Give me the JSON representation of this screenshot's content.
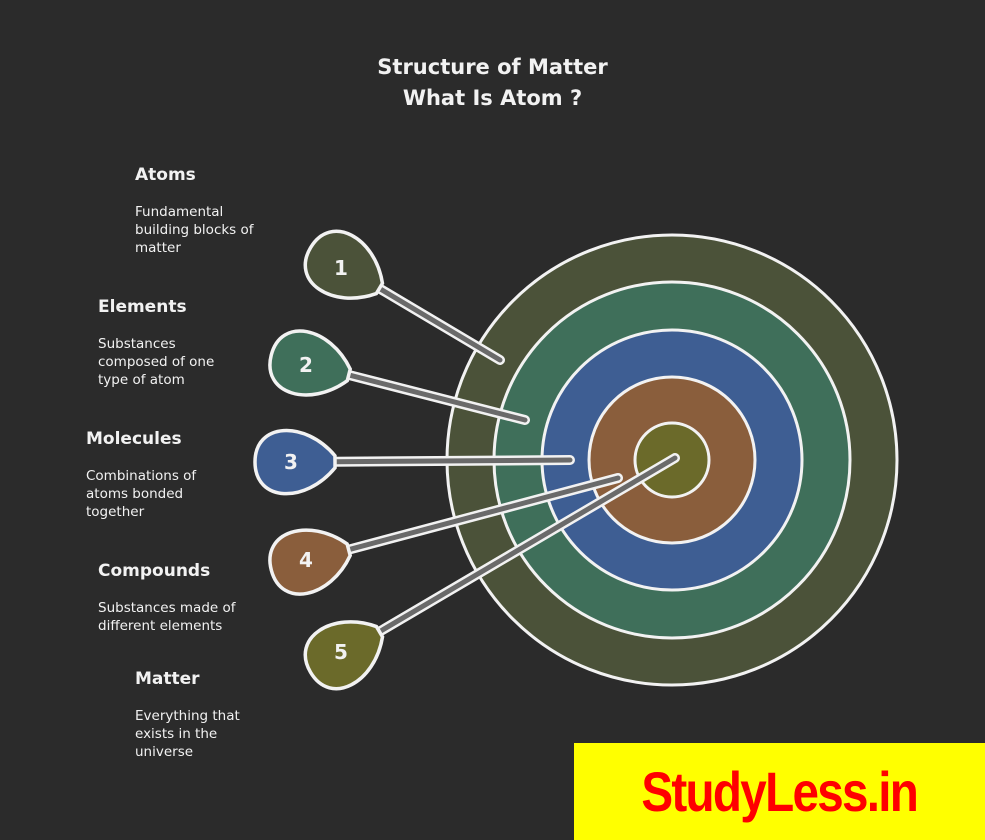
{
  "title": {
    "line1": "Structure of Matter",
    "line2": "What Is Atom ?"
  },
  "items": [
    {
      "number": "1",
      "heading": "Atoms",
      "description": "Fundamental building blocks of matter",
      "color": "#4b5239"
    },
    {
      "number": "2",
      "heading": "Elements",
      "description": "Substances composed of one type of atom",
      "color": "#3f6f5a"
    },
    {
      "number": "3",
      "heading": "Molecules",
      "description": "Combinations of atoms bonded together",
      "color": "#3e5e93"
    },
    {
      "number": "4",
      "heading": "Compounds",
      "description": "Substances made of different elements",
      "color": "#8a5e3c"
    },
    {
      "number": "5",
      "heading": "Matter",
      "description": "Everything that exists in the universe",
      "color": "#6b6a2a"
    }
  ],
  "brand": {
    "text": "StudyLess.in",
    "bg": "#ffff00",
    "fg": "#ff0000"
  }
}
